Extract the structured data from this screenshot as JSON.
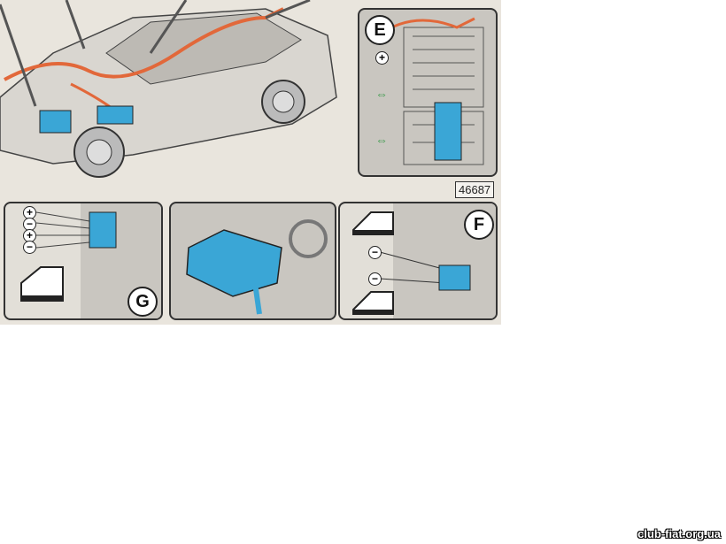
{
  "diagram": {
    "panel_labels": {
      "e": "E",
      "f": "F",
      "g": "G"
    },
    "figure_number": "46687",
    "symbols": {
      "plus": "+",
      "minus": "−"
    },
    "colors": {
      "paper": "#e9e5dd",
      "connector_blue": "#3aa6d6",
      "wire_orange": "#e2683a",
      "arrow_green": "#3a9a4a"
    }
  },
  "watermark": "club-fiat.org.ua"
}
